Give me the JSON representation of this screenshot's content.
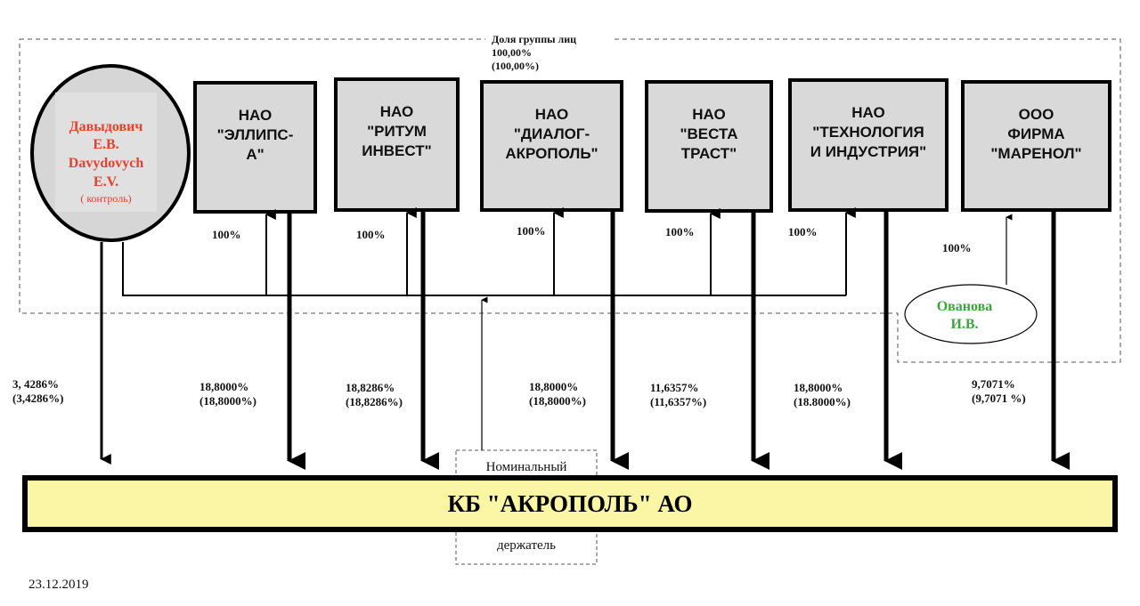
{
  "group": {
    "label": "Доля группы лиц",
    "share": "100,00%",
    "share_alt": "(100,00%)"
  },
  "controller": {
    "lines": [
      "Давыдович",
      "Е.В.",
      "Davydovych",
      "E.V."
    ],
    "note": "( контроль)",
    "color": "#e8402c",
    "share": "3, 4286%",
    "share_alt": "(3,4286%)"
  },
  "companies": [
    {
      "lines": [
        "НАО",
        "\"ЭЛЛИПС-",
        "А\""
      ],
      "own_label": "100%",
      "share": "18,8000%",
      "share_alt": "(18,8000%)"
    },
    {
      "lines": [
        "НАО",
        "\"РИТУМ",
        "ИНВЕСТ\""
      ],
      "own_label": "100%",
      "share": "18,8286%",
      "share_alt": "(18,8286%)"
    },
    {
      "lines": [
        "НАО",
        "\"ДИАЛОГ-",
        "АКРОПОЛЬ\""
      ],
      "own_label": "100%",
      "share": "18,8000%",
      "share_alt": "(18,8000%)"
    },
    {
      "lines": [
        "НАО",
        "\"ВЕСТА",
        "ТРАСТ\""
      ],
      "own_label": "100%",
      "share": "11,6357%",
      "share_alt": "(11,6357%)"
    },
    {
      "lines": [
        "НАО",
        "\"ТЕХНОЛОГИЯ",
        "И ИНДУСТРИЯ\""
      ],
      "own_label": "100%",
      "share": "18,8000%",
      "share_alt": "(18.8000%)"
    },
    {
      "lines": [
        "ООО",
        "ФИРМА",
        "\"МАРЕНОЛ\""
      ],
      "own_label": "100%",
      "share": "9,7071%",
      "share_alt": "(9,7071 %)"
    }
  ],
  "secondary_owner": {
    "lines": [
      "Ованова",
      "И.В."
    ],
    "color": "#3aa63a"
  },
  "nominee": {
    "top": "Номинальный",
    "bottom": "держатель"
  },
  "bank": {
    "name": "КБ \"АКРОПОЛЬ\" АО",
    "color": "#fbf6a6"
  },
  "date": "23.12.2019"
}
